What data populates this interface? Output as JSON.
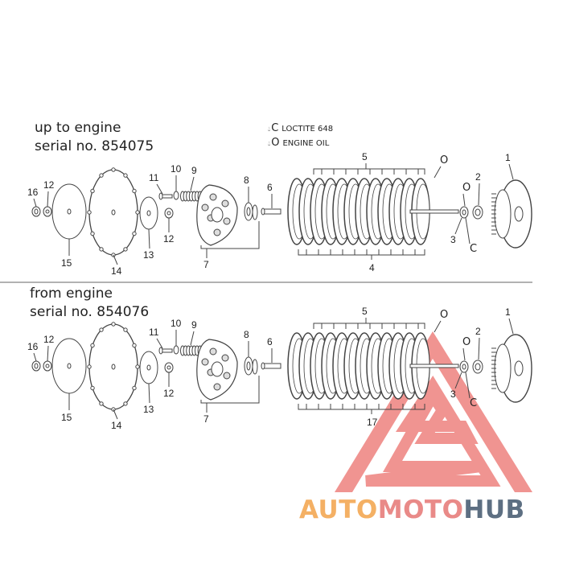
{
  "legend": {
    "loctite": {
      "symbol": "C",
      "label": "LOCTITE 648"
    },
    "oil": {
      "symbol": "O",
      "label": "ENGINE OIL"
    }
  },
  "sections": [
    {
      "heading_line1": "up to engine",
      "heading_line2": "serial no. 854075",
      "labels": {
        "l16": "16",
        "l12a": "12",
        "l15": "15",
        "l14": "14",
        "l11": "11",
        "l10": "10",
        "l9": "9",
        "l13": "13",
        "l12b": "12",
        "l7": "7",
        "l8": "8",
        "l6": "6",
        "l5": "5",
        "l4": "4",
        "l3": "3",
        "l2": "2",
        "l1": "1"
      }
    },
    {
      "heading_line1": "from engine",
      "heading_line2": "serial no. 854076",
      "labels": {
        "l16": "16",
        "l12a": "12",
        "l15": "15",
        "l14": "14",
        "l11": "11",
        "l10": "10",
        "l9": "9",
        "l13": "13",
        "l12b": "12",
        "l7": "7",
        "l8": "8",
        "l6": "6",
        "l5": "5",
        "l4": "17",
        "l3": "3",
        "l2": "2",
        "l1": "1"
      }
    }
  ],
  "watermark": {
    "part1": "AUTO",
    "part2": "MOTO",
    "part3": "HUB"
  },
  "colors": {
    "line": "#444444",
    "watermark_red": "#e8534f",
    "watermark_orange": "#f4b064",
    "watermark_slate": "#5d6f82"
  }
}
